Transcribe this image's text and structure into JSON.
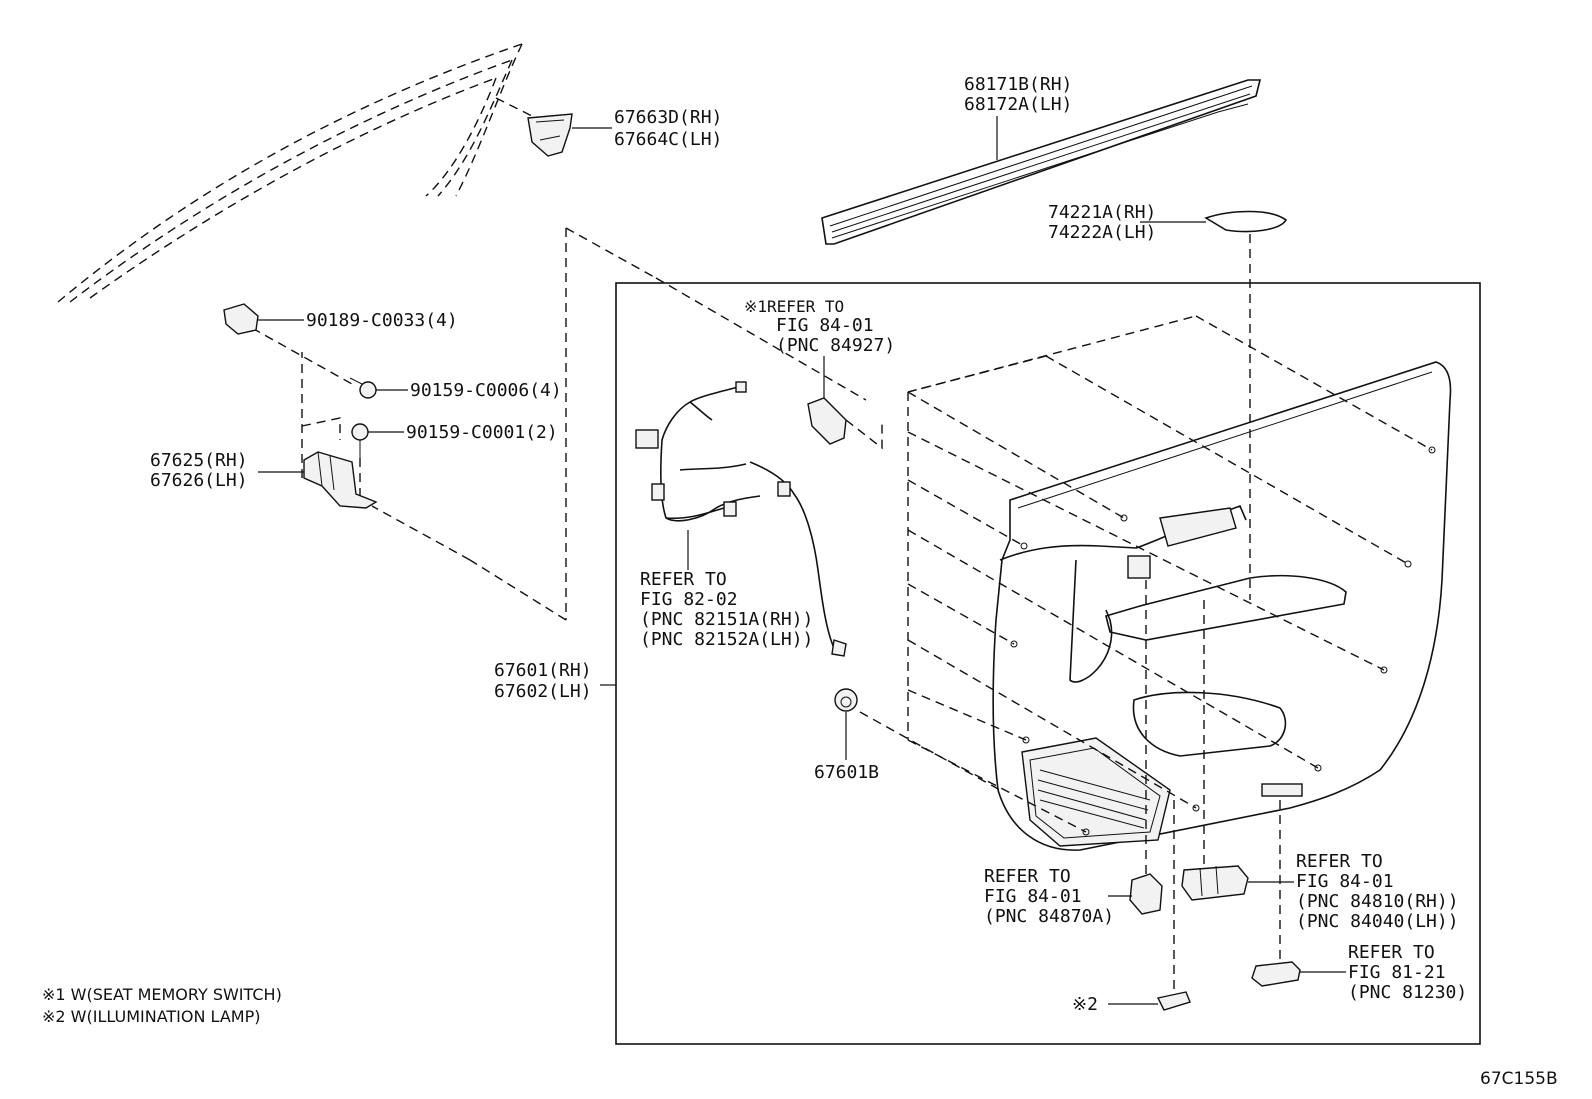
{
  "labels": {
    "molding_corner": [
      "67663D(RH)",
      "67664C(LH)"
    ],
    "weatherstrip": [
      "68171B(RH)",
      "68172A(LH)"
    ],
    "cover": [
      "74221A(RH)",
      "74222A(LH)"
    ],
    "clip": "90189-C0033(4)",
    "screw_1": "90159-C0006(4)",
    "screw_2": "90159-C0001(2)",
    "bracket": [
      "67625(RH)",
      "67626(LH)"
    ],
    "panel": [
      "67601(RH)",
      "67602(LH)"
    ],
    "grommet": "67601B",
    "memory_switch_ref": [
      "※1REFER TO",
      "FIG 84-01",
      "(PNC 84927)"
    ],
    "wire_ref": [
      "REFER TO",
      "FIG 82-02",
      "(PNC 82151A(RH))",
      "(PNC 82152A(LH))"
    ],
    "switch_ref_left": [
      "REFER TO",
      "FIG 84-01",
      "(PNC 84870A)"
    ],
    "switch_ref_right": [
      "REFER TO",
      "FIG 84-01",
      "(PNC 84810(RH))",
      "(PNC 84040(LH))"
    ],
    "lamp_ref": [
      "REFER TO",
      "FIG 81-21",
      "(PNC 81230)"
    ],
    "lamp_marker": "※2"
  },
  "notes": [
    "※1 W(SEAT MEMORY SWITCH)",
    "※2 W(ILLUMINATION LAMP)"
  ],
  "diagram_code": "67C155B"
}
